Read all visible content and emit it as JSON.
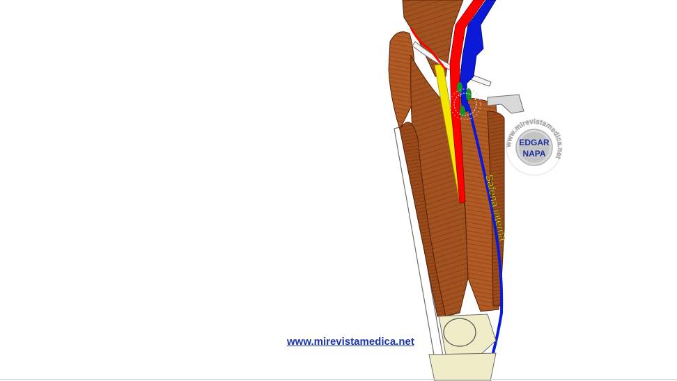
{
  "figure": {
    "vein_label": "Safena interna",
    "logo": {
      "line1": "EDGAR",
      "line2": "NAPA",
      "ring_text": "www.mirevistamedica.net"
    },
    "colors": {
      "muscle": "#a2521f",
      "muscle_dark": "#6b2d0c",
      "artery": "#ff0000",
      "vein": "#0a1ad6",
      "nerve": "#f5e600",
      "bone": "#f0ecc8",
      "lymph_node": "#1a8f2a"
    }
  },
  "footer": {
    "link_text": "www.mirevistamedica.net"
  }
}
